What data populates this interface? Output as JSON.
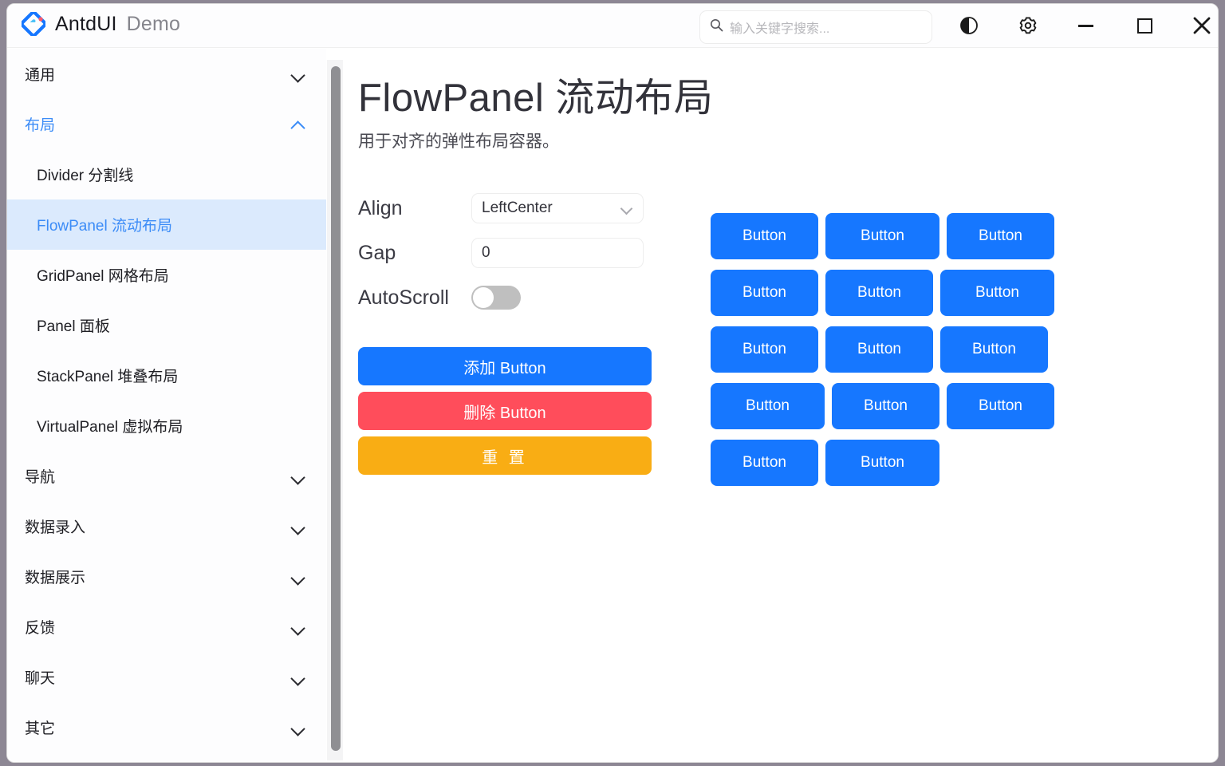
{
  "titlebar": {
    "logo_icon": "antd-logo-icon",
    "app_name": "AntdUI",
    "app_suffix": "Demo",
    "search": {
      "icon": "search-icon",
      "value": "",
      "placeholder": "输入关键字搜索..."
    },
    "icons": [
      {
        "name": "theme-toggle-icon",
        "glyph": "half-circle"
      },
      {
        "name": "settings-gear-icon",
        "glyph": "gear"
      },
      {
        "name": "minimize-icon",
        "glyph": "minus"
      },
      {
        "name": "maximize-icon",
        "glyph": "square"
      },
      {
        "name": "close-icon",
        "glyph": "✕"
      }
    ]
  },
  "sidebar": {
    "groups": [
      {
        "label": "通用",
        "open": false,
        "items": []
      },
      {
        "label": "布局",
        "open": true,
        "items": [
          {
            "label": "Divider 分割线",
            "active": false
          },
          {
            "label": "FlowPanel 流动布局",
            "active": true
          },
          {
            "label": "GridPanel 网格布局",
            "active": false
          },
          {
            "label": "Panel 面板",
            "active": false
          },
          {
            "label": "StackPanel 堆叠布局",
            "active": false
          },
          {
            "label": "VirtualPanel 虚拟布局",
            "active": false
          }
        ]
      },
      {
        "label": "导航",
        "open": false,
        "items": []
      },
      {
        "label": "数据录入",
        "open": false,
        "items": []
      },
      {
        "label": "数据展示",
        "open": false,
        "items": []
      },
      {
        "label": "反馈",
        "open": false,
        "items": []
      },
      {
        "label": "聊天",
        "open": false,
        "items": []
      },
      {
        "label": "其它",
        "open": false,
        "items": []
      }
    ],
    "scrollbar": "vertical-scrollbar"
  },
  "main": {
    "title": "FlowPanel 流动布局",
    "description": "用于对齐的弹性布局容器。",
    "form": {
      "align": {
        "label": "Align",
        "value": "LeftCenter",
        "chevron": "chevron-down-icon"
      },
      "gap": {
        "label": "Gap",
        "value": "0"
      },
      "autoscroll": {
        "label": "AutoScroll",
        "checked": false
      }
    },
    "actions": [
      {
        "label": "添加 Button",
        "color": "#1677ff",
        "name": "add-button"
      },
      {
        "label": "删除 Button",
        "color": "#ff4d5b",
        "name": "delete-button"
      },
      {
        "label": "重 置",
        "color": "#f9ad14",
        "name": "reset-button"
      }
    ],
    "flow_panel": {
      "button_label": "Button",
      "count": 14,
      "button_widths": [
        135,
        143,
        135,
        135,
        135,
        143,
        135,
        135,
        135,
        143,
        135,
        135,
        135,
        143
      ]
    }
  },
  "colors": {
    "primary": "#1677ff",
    "danger": "#ff4d5b",
    "warning": "#f9ad14",
    "active_nav_bg": "#dbeafd",
    "active_nav_text": "#3c8cf7"
  }
}
